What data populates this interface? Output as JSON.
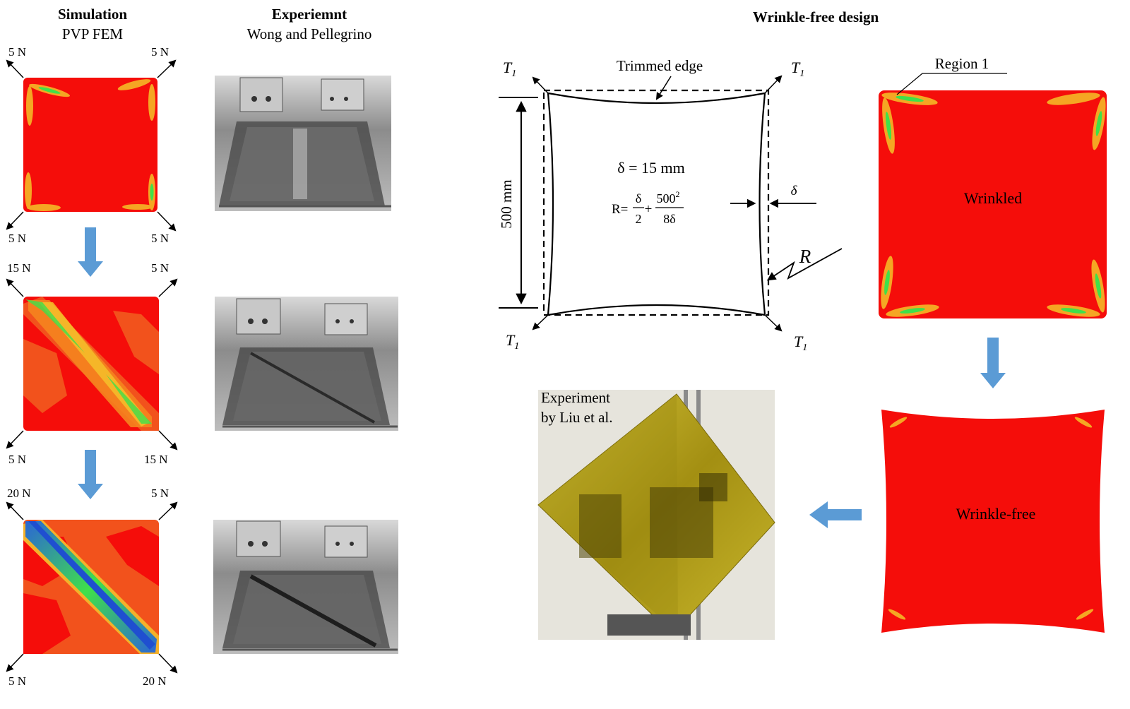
{
  "headers": {
    "simulation_title": "Simulation",
    "simulation_subtitle": "PVP FEM",
    "experiment_title": "Experiemnt",
    "experiment_subtitle": "Wong and Pellegrino",
    "design_title": "Wrinkle-free design"
  },
  "simulation_panels": [
    {
      "forces": [
        "5 N",
        "5 N",
        "5 N",
        "5 N"
      ]
    },
    {
      "forces": [
        "15 N",
        "5 N",
        "5 N",
        "15 N"
      ]
    },
    {
      "forces": [
        "20 N",
        "5 N",
        "5 N",
        "20 N"
      ]
    }
  ],
  "design": {
    "tension_symbol": "T",
    "tension_subscript": "1",
    "trimmed_edge_label": "Trimmed edge",
    "dimension_label": "500 mm",
    "delta_symbol": "δ",
    "delta_equation": "δ = 15 mm",
    "formula_lhs": "R=",
    "formula_num1": "δ",
    "formula_den1": "2",
    "formula_plus": "+",
    "formula_num2": "500",
    "formula_num2_exp": "2",
    "formula_den2": "8δ",
    "radius_label": "R"
  },
  "contours": {
    "region_label": "Region 1",
    "wrinkled_label": "Wrinkled",
    "wrinkle_free_label": "Wrinkle-free"
  },
  "liu_photo": {
    "caption_line1": "Experiment",
    "caption_line2": "by Liu et al."
  },
  "colors": {
    "contour_red": "#f50d0a",
    "contour_orange": "#f2521c",
    "arrow_blue": "#5b9bd5",
    "kapton_yellow": "#b3a11c",
    "photo_gray": "#9a9a9a"
  }
}
